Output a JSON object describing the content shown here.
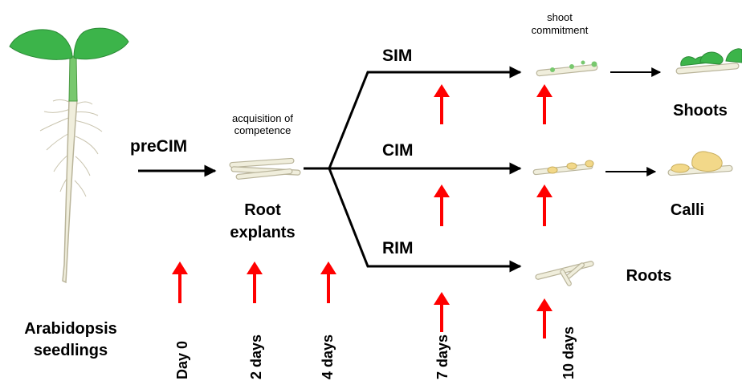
{
  "seedling_label": [
    "Arabidopsis",
    "seedlings"
  ],
  "precim_label": "preCIM",
  "competence_label": [
    "acquisition of",
    "competence"
  ],
  "explant_label": [
    "Root",
    "explants"
  ],
  "branches": [
    {
      "medium": "SIM",
      "outcome": "Shoots"
    },
    {
      "medium": "CIM",
      "outcome": "Calli"
    },
    {
      "medium": "RIM",
      "outcome": "Roots"
    }
  ],
  "shoot_commitment_label": [
    "shoot",
    "commitment"
  ],
  "timepoints": [
    "Day 0",
    "2 days",
    "4 days",
    "7 days",
    "10 days"
  ],
  "colors": {
    "leaf": "#3cb44a",
    "stem": "#78c86e",
    "root": "#f0eedc",
    "root_outline": "#b9b49a",
    "callus": "#f2d889",
    "marker_arrow": "#ff0000",
    "flow_arrow": "#000000"
  }
}
